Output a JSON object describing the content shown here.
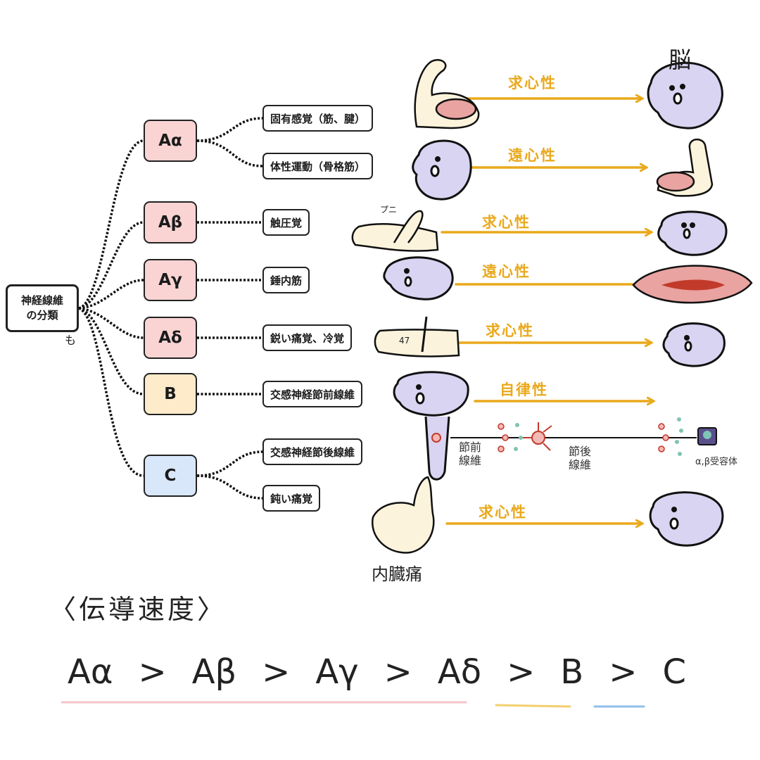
{
  "root": {
    "label": "神経線維\nの分類",
    "tail": "も"
  },
  "fibers": [
    {
      "id": "a-alpha",
      "label": "Aα",
      "color": "#f9d4d3"
    },
    {
      "id": "a-beta",
      "label": "Aβ",
      "color": "#f9d4d3"
    },
    {
      "id": "a-gamma",
      "label": "Aγ",
      "color": "#f9d4d3"
    },
    {
      "id": "a-delta",
      "label": "Aδ",
      "color": "#f9d4d3"
    },
    {
      "id": "b",
      "label": "B",
      "color": "#fdebc9"
    },
    {
      "id": "c",
      "label": "C",
      "color": "#d9e7fb"
    }
  ],
  "functions": [
    "固有感覚（筋、腱）",
    "体性運動（骨格筋）",
    "触圧覚",
    "錘内筋",
    "鋭い痛覚、冷覚",
    "交感神経節前線維",
    "交感神経節後線維",
    "鈍い痛覚"
  ],
  "directions": {
    "afferent": "求心性",
    "efferent": "遠心性",
    "autonomic": "自律性"
  },
  "handwritten": {
    "brain": "脳",
    "puni": "プニ",
    "forty_seven": "47",
    "preganglionic": "節前\n線維",
    "postganglionic": "節後\n線維",
    "receptor": "α,β受容体",
    "visceral_pain": "内臓痛"
  },
  "conduction": {
    "title": "〈伝導速度〉",
    "order": [
      "Aα",
      "Aβ",
      "Aγ",
      "Aδ",
      "B",
      "C"
    ],
    "separator": ">",
    "underline_colors": [
      "#f6c4c8",
      "#f2cf6e",
      "#8fbfe8"
    ]
  },
  "colors": {
    "arrow": "#eaa91c",
    "brain_fill": "#d9d4f2",
    "muscle": "#e9a3a0",
    "skin": "#fbf3dc"
  }
}
